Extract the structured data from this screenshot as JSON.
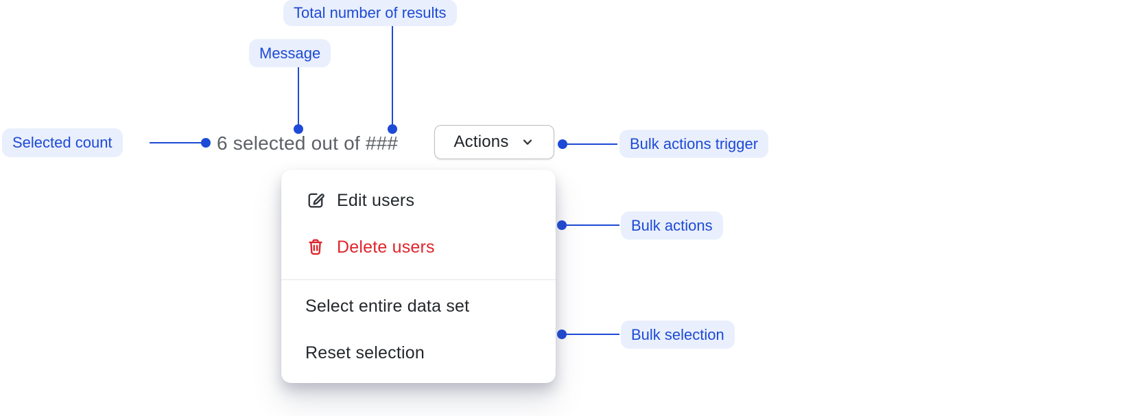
{
  "annotations": {
    "total_results_label": "Total number of results",
    "message_label": "Message",
    "selected_count_label": "Selected count",
    "bulk_actions_trigger_label": "Bulk actions trigger",
    "bulk_actions_label": "Bulk actions",
    "bulk_selection_label": "Bulk selection"
  },
  "toolbar": {
    "message_text": "6 selected out of ###",
    "actions_button_label": "Actions"
  },
  "menu": {
    "items": [
      {
        "label": "Edit users",
        "icon": "edit-icon",
        "tone": "default"
      },
      {
        "label": "Delete users",
        "icon": "trash-icon",
        "tone": "critical"
      },
      {
        "label": "Select entire data set",
        "icon": "",
        "tone": "default"
      },
      {
        "label": "Reset selection",
        "icon": "",
        "tone": "default"
      }
    ]
  },
  "colors": {
    "annotation_blue": "#1d4ad6",
    "annotation_chip_bg": "#e9effc",
    "message_gray": "#5d6066",
    "menu_text": "#24282c",
    "critical_red": "#df242b",
    "button_border": "#b8bcc0",
    "divider": "#e4e6e8",
    "background": "#ffffff"
  }
}
